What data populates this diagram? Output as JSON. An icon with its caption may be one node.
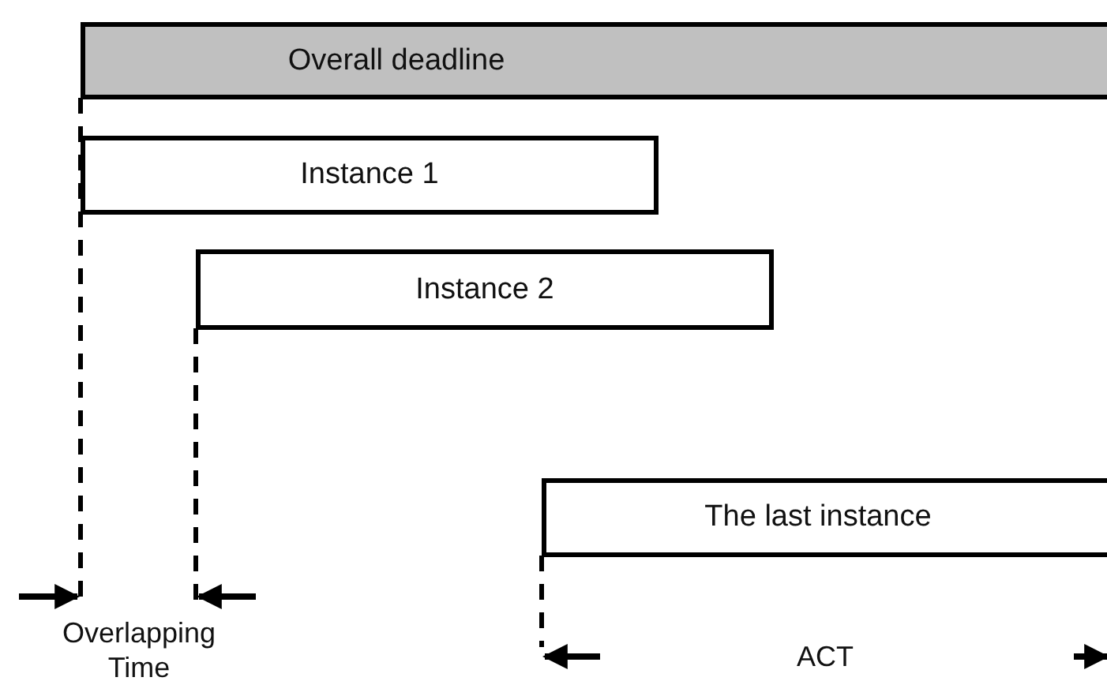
{
  "diagram": {
    "nodes": [
      {
        "text": [
          "Overall deadline"
        ]
      },
      {
        "text": [
          "Instance 1"
        ]
      },
      {
        "text": [
          "Instance 2"
        ]
      },
      {
        "text": [
          "The last instance"
        ]
      }
    ],
    "labels": [
      "Overlapping Time",
      "ACT"
    ]
  }
}
